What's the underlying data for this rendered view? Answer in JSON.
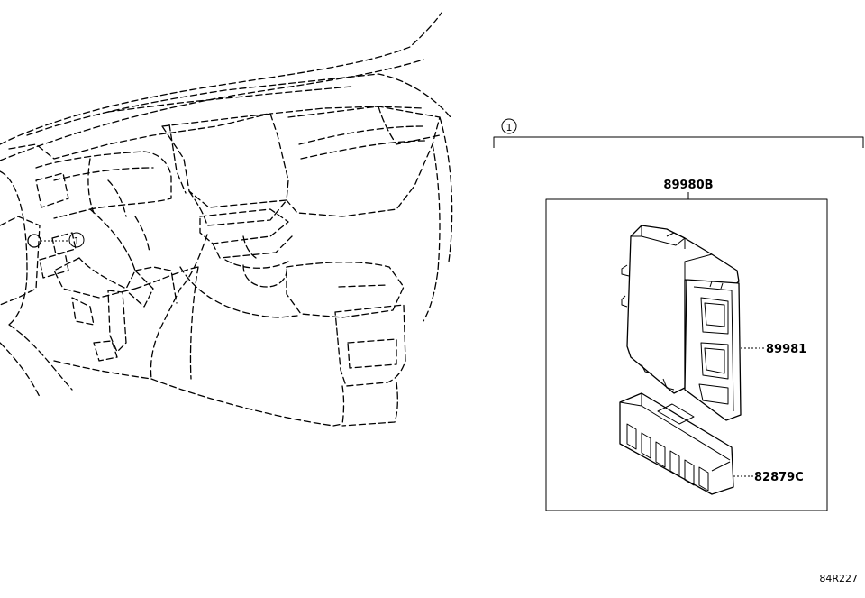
{
  "diagram": {
    "callout_marker": "1",
    "parts": [
      {
        "id": "assembly",
        "number": "89980B"
      },
      {
        "id": "computer",
        "number": "89981"
      },
      {
        "id": "cover",
        "number": "82879C"
      }
    ],
    "figure_code": "84R227"
  }
}
